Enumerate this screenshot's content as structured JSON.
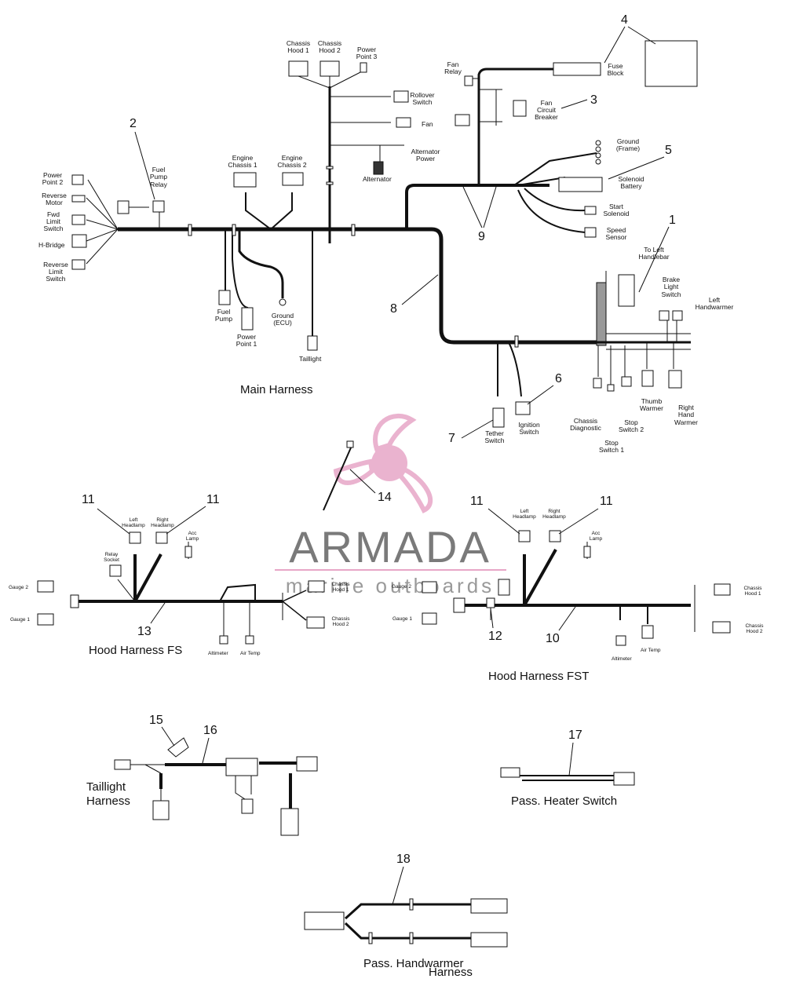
{
  "watermark": {
    "brand": "ARMADA",
    "tagline": "marine outboards",
    "color": "#d96fa6"
  },
  "main_harness": {
    "title": "Main Harness",
    "labels": {
      "chassis_hood_1": [
        "Chassis",
        "Hood 1"
      ],
      "chassis_hood_2": [
        "Chassis",
        "Hood 2"
      ],
      "power_point_3": [
        "Power",
        "Point 3"
      ],
      "rollover_switch": [
        "Rollover",
        "Switch"
      ],
      "fan": "Fan",
      "alternator_power": [
        "Alternator",
        "Power"
      ],
      "alternator": "Alternator",
      "engine_chassis_1": [
        "Engine",
        "Chassis 1"
      ],
      "engine_chassis_2": [
        "Engine",
        "Chassis 2"
      ],
      "fuel_pump_relay": [
        "Fuel",
        "Pump",
        "Relay"
      ],
      "power_point_2": [
        "Power",
        "Point 2"
      ],
      "reverse_motor": [
        "Reverse",
        "Motor"
      ],
      "fwd_limit_switch": [
        "Fwd",
        "Limit",
        "Switch"
      ],
      "h_bridge": "H-Bridge",
      "reverse_limit_switch": [
        "Reverse",
        "Limit",
        "Switch"
      ],
      "fuel_pump": [
        "Fuel",
        "Pump"
      ],
      "power_point_1": [
        "Power",
        "Point 1"
      ],
      "ground_ecu": [
        "Ground",
        "(ECU)"
      ],
      "taillight": "Taillight",
      "fan_relay": [
        "Fan",
        "Relay"
      ],
      "fuse_block": [
        "Fuse",
        "Block"
      ],
      "fan_circuit_breaker": [
        "Fan",
        "Circuit",
        "Breaker"
      ],
      "ground_frame": [
        "Ground",
        "(Frame)"
      ],
      "solenoid_battery": [
        "Solenoid",
        "Battery"
      ],
      "start_solenoid": [
        "Start",
        "Solenoid"
      ],
      "speed_sensor": [
        "Speed",
        "Sensor"
      ],
      "to_left_handlebar": [
        "To Left",
        "Handlebar"
      ],
      "brake_light_switch": [
        "Brake",
        "Light",
        "Switch"
      ],
      "left_handwarmer": [
        "Left",
        "Handwarmer"
      ],
      "thumb_warmer": [
        "Thumb",
        "Warmer"
      ],
      "right_hand_warmer": [
        "Right",
        "Hand",
        "Warmer"
      ],
      "stop_switch_2": [
        "Stop",
        "Switch 2"
      ],
      "chassis_diagnostic": [
        "Chassis",
        "Diagnostic"
      ],
      "stop_switch_1": [
        "Stop",
        "Switch 1"
      ],
      "ignition_switch": [
        "Ignition",
        "Switch"
      ],
      "tether_switch": [
        "Tether",
        "Switch"
      ]
    },
    "callouts": [
      "1",
      "2",
      "3",
      "4",
      "5",
      "6",
      "7",
      "8",
      "9"
    ]
  },
  "cable_tie": {
    "callout": "14"
  },
  "hood_harness_fs": {
    "title": "Hood Harness FS",
    "callouts": {
      "left_headlamp": "11",
      "right_headlamp": "11",
      "harness": "13"
    },
    "labels": {
      "left_headlamp": [
        "Left",
        "Headlamp"
      ],
      "right_headlamp": [
        "Right",
        "Headlamp"
      ],
      "acc_lamp": [
        "Acc",
        "Lamp"
      ],
      "relay_socket": [
        "Relay",
        "Socket"
      ],
      "gauge_2": "Gauge 2",
      "gauge_1": "Gauge 1",
      "chassis_hood_1": [
        "Chassis",
        "Hood 1"
      ],
      "chassis_hood_2": [
        "Chassis",
        "Hood 2"
      ],
      "altimeter": "Altimeter",
      "air_temp": "Air Temp"
    }
  },
  "hood_harness_fst": {
    "title": "Hood Harness FST",
    "callouts": {
      "left_headlamp": "11",
      "right_headlamp": "11",
      "connector": "12",
      "harness": "10"
    },
    "labels": {
      "left_headlamp": [
        "Left",
        "Headlamp"
      ],
      "right_headlamp": [
        "Right",
        "Headlamp"
      ],
      "acc_lamp": [
        "Acc",
        "Lamp"
      ],
      "gauge_2": "Gauge 2",
      "gauge_1": "Gauge 1",
      "chassis_hood_1": [
        "Chassis",
        "Hood 1"
      ],
      "chassis_hood_2": [
        "Chassis",
        "Hood 2"
      ],
      "altimeter": "Altimeter",
      "air_temp": "Air Temp"
    }
  },
  "taillight_harness": {
    "title": [
      "Taillight",
      "Harness"
    ],
    "callouts": {
      "bracket": "15",
      "harness": "16"
    }
  },
  "pass_heater_switch": {
    "title": "Pass. Heater Switch",
    "callout": "17"
  },
  "pass_handwarmer_harness": {
    "title": [
      "Pass. Handwarmer",
      "Harness"
    ],
    "callout": "18"
  }
}
